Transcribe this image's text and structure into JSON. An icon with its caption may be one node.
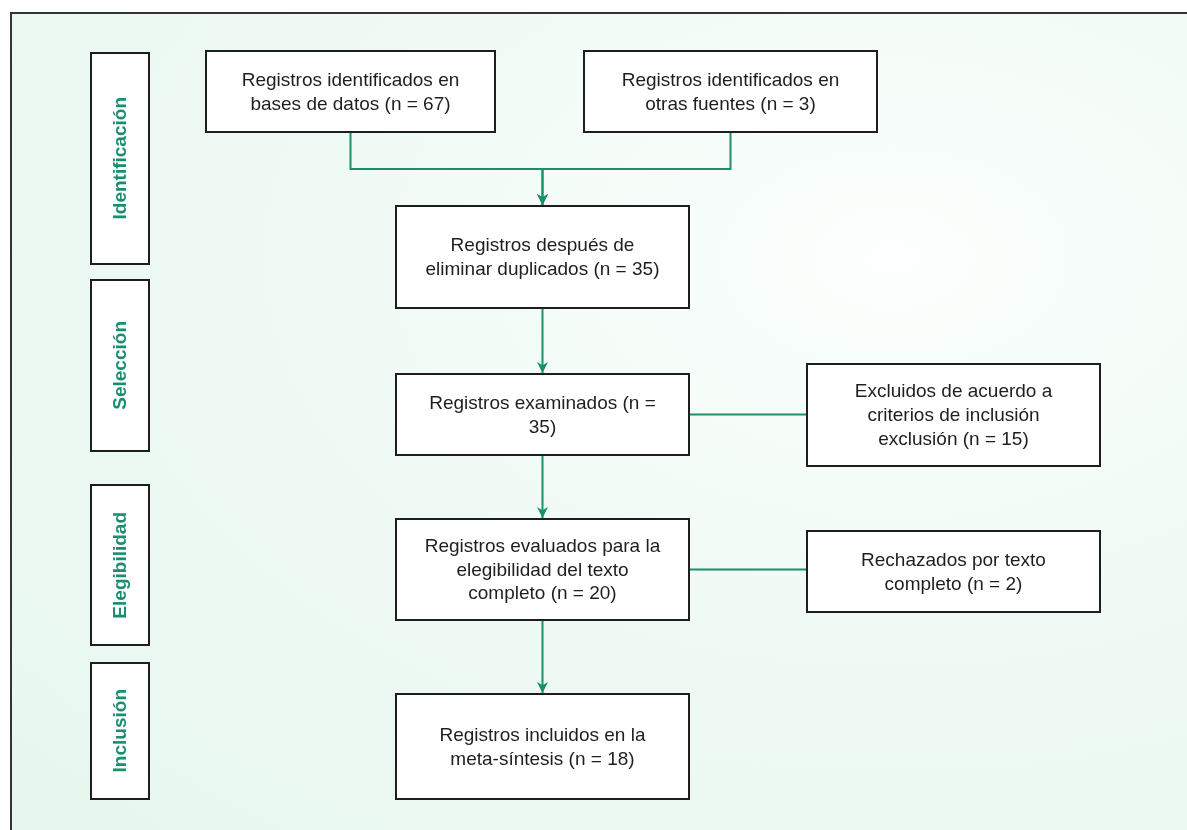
{
  "diagram": {
    "nodes": [
      {
        "text": [
          "Identificación"
        ]
      },
      {
        "text": [
          "Selección"
        ]
      },
      {
        "text": [
          "Elegibilidad"
        ]
      },
      {
        "text": [
          "Inclusión"
        ]
      },
      {
        "text": [
          "Registros identificados en bases de datos (n = 67)"
        ]
      },
      {
        "text": [
          "Registros identificados en otras fuentes (n = 3)"
        ]
      },
      {
        "text": [
          "Registros después de eliminar duplicados (n = 35)"
        ]
      },
      {
        "text": [
          "Registros examinados (n = 35)"
        ]
      },
      {
        "text": [
          "Excluidos de acuerdo a criterios de inclusión exclusión (n = 15)"
        ]
      },
      {
        "text": [
          "Registros evaluados para la elegibilidad del texto completo (n = 20)"
        ]
      },
      {
        "text": [
          "Rechazados por texto completo (n = 2)"
        ]
      },
      {
        "text": [
          "Registros incluidos en la meta-síntesis (n = 18)"
        ]
      }
    ],
    "edges": [
      {
        "from": 4,
        "to": 6,
        "arrow": "to"
      },
      {
        "from": 5,
        "to": 6,
        "arrow": "to"
      },
      {
        "from": 6,
        "to": 7,
        "arrow": "to"
      },
      {
        "from": 7,
        "to": 8,
        "arrow": "none"
      },
      {
        "from": 7,
        "to": 9,
        "arrow": "to"
      },
      {
        "from": 9,
        "to": 10,
        "arrow": "none"
      },
      {
        "from": 9,
        "to": 11,
        "arrow": "to"
      }
    ]
  }
}
